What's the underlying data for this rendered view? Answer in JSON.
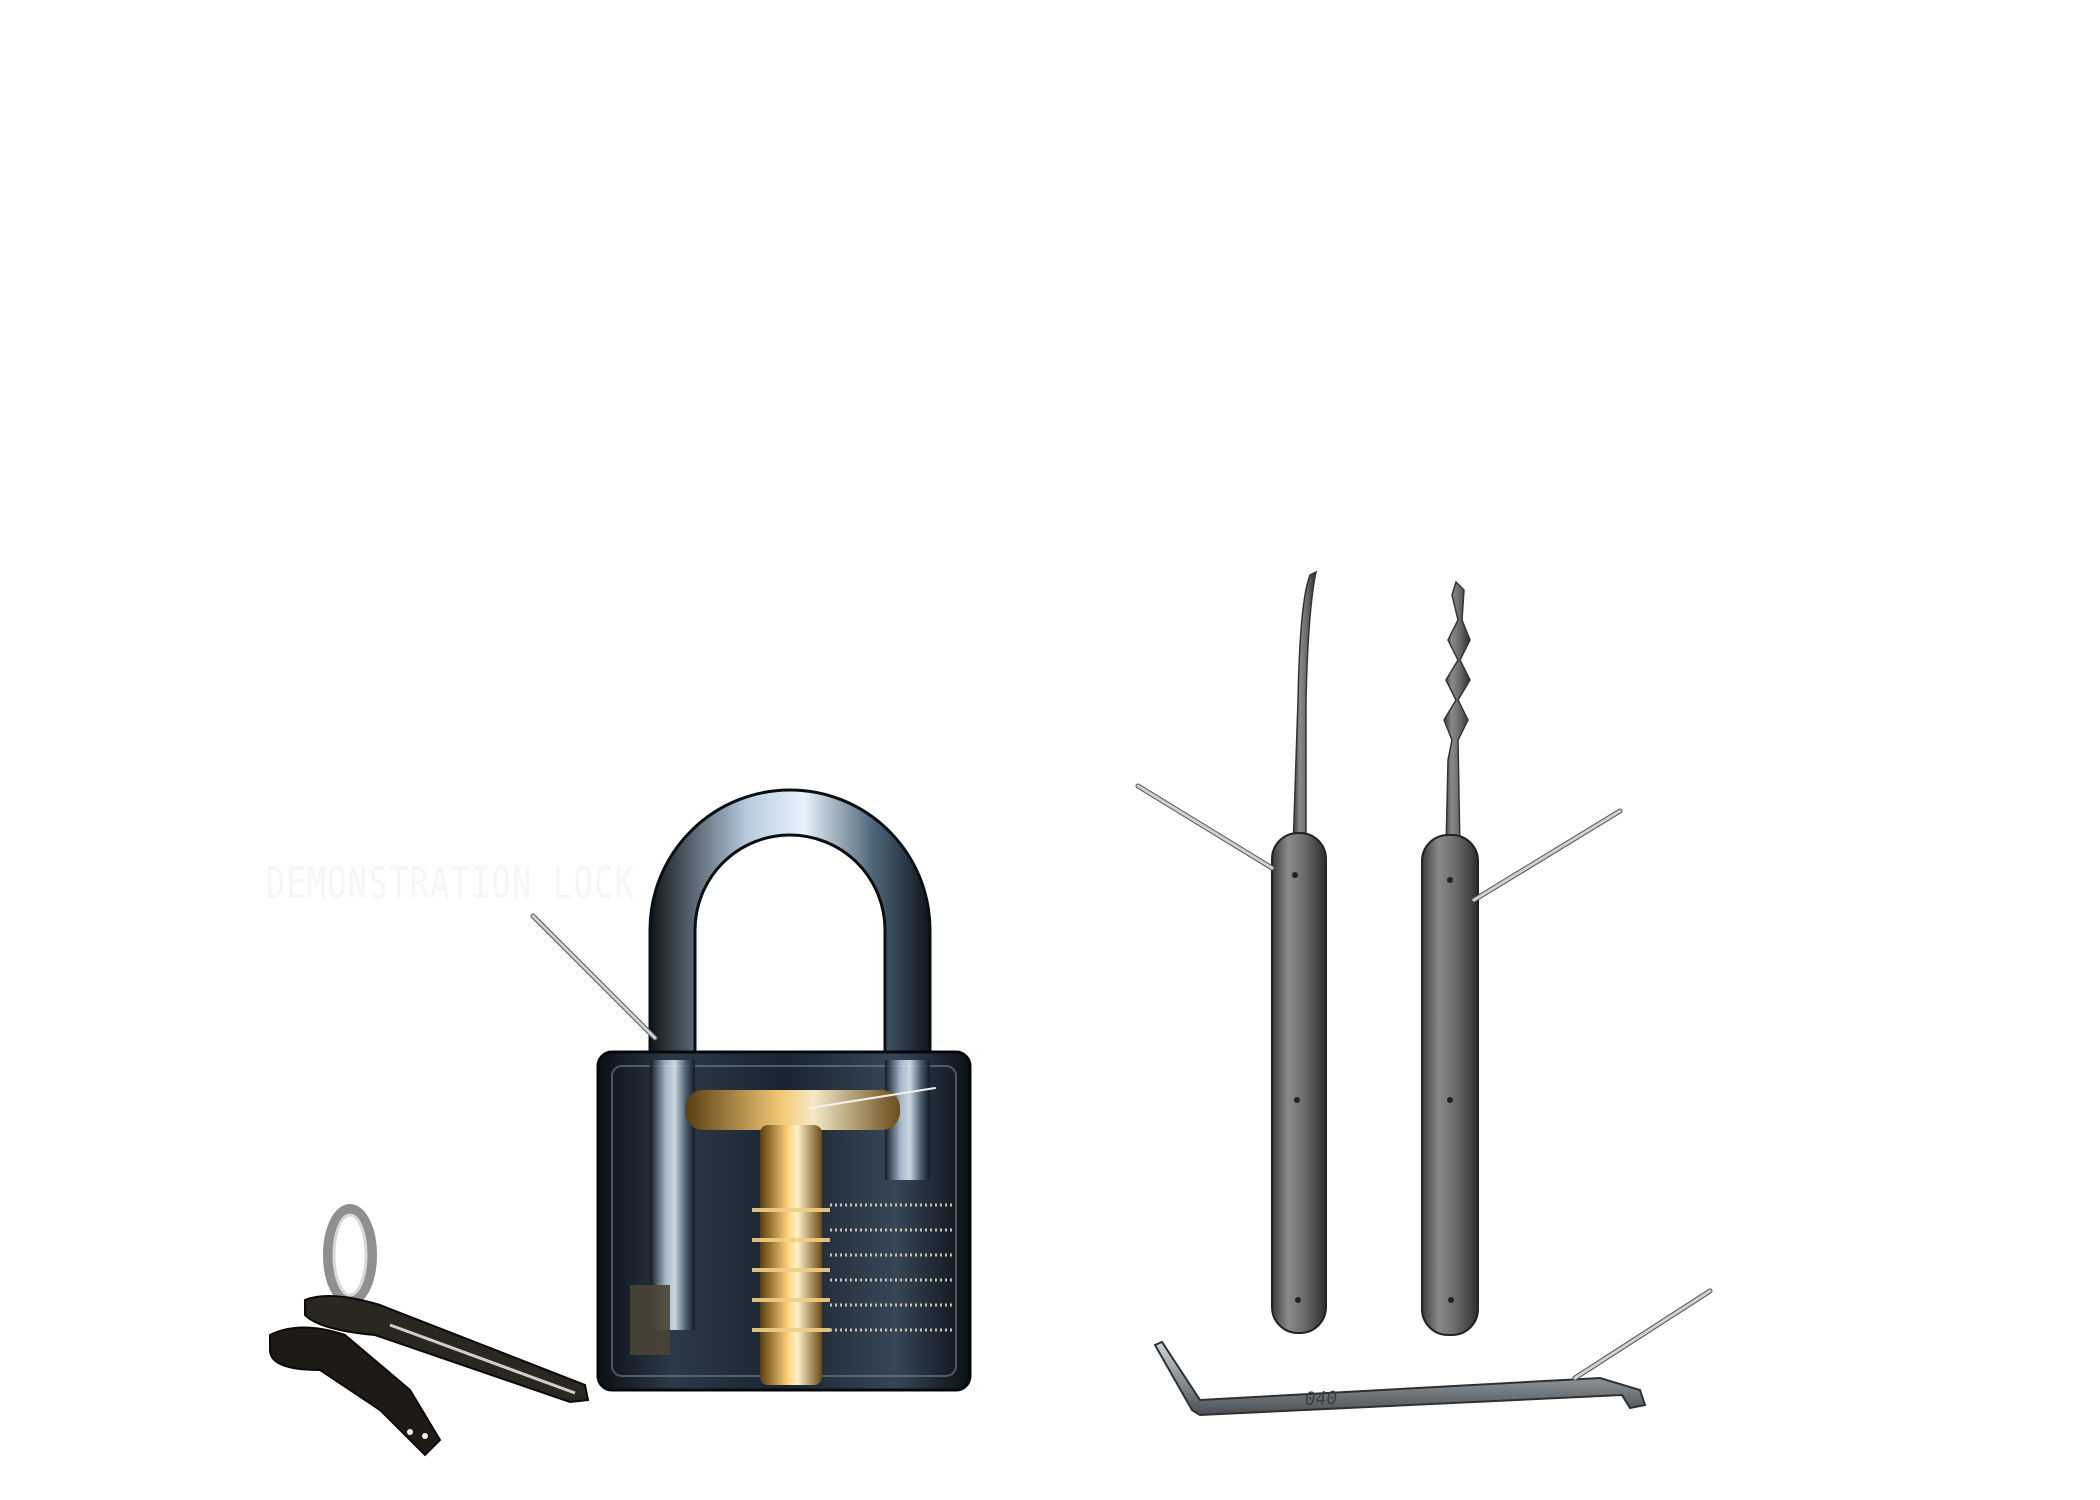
{
  "diagram": {
    "background": "#ffffff",
    "labels": {
      "demonstration_lock": "DEMONSTRATION LOCK",
      "tension_wrench_marking": "040"
    },
    "components": [
      {
        "id": "padlock",
        "name": "Transparent demonstration padlock"
      },
      {
        "id": "keys",
        "name": "Keys on key ring"
      },
      {
        "id": "hook-pick",
        "name": "Hook pick"
      },
      {
        "id": "rake-pick",
        "name": "Rake pick"
      },
      {
        "id": "tension-wrench",
        "name": "Tension wrench"
      }
    ],
    "colors": {
      "leader_line": "#c8c8c8",
      "leader_outline": "#555555",
      "lock_body": "#1c232b",
      "brass": "#c9a24a",
      "steel": "#7d7d7d",
      "shackle": "#9db4c8"
    }
  }
}
